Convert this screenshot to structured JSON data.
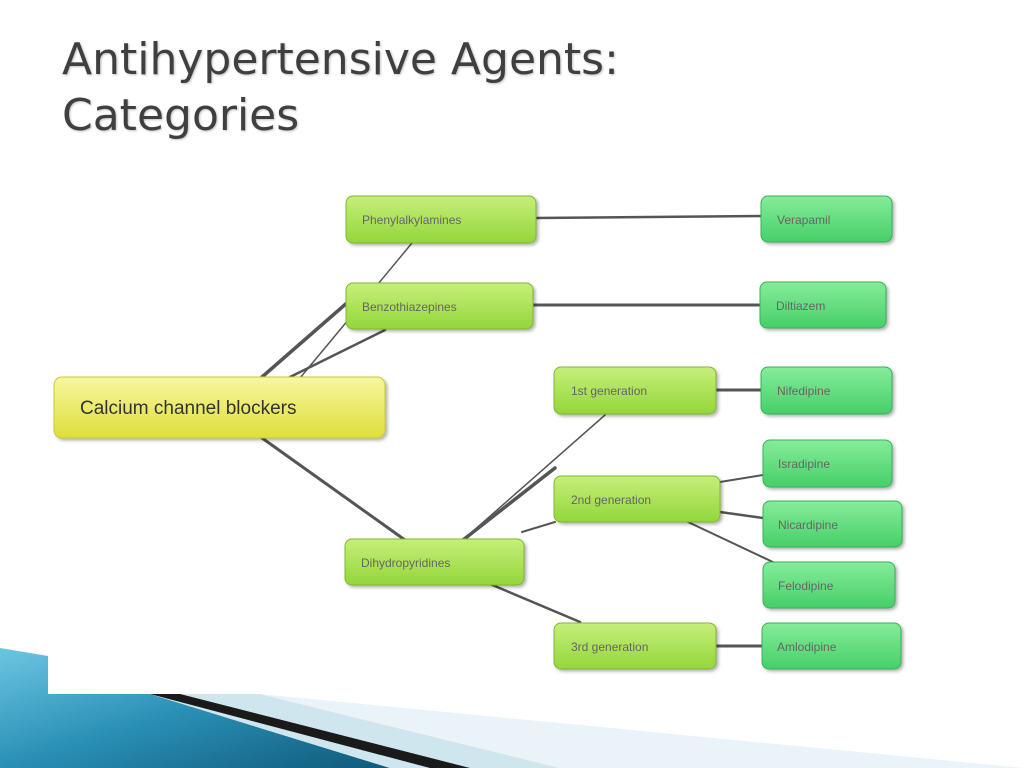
{
  "slide": {
    "title_line1": "Antihypertensive Agents:",
    "title_line2": "Categories"
  },
  "diagram": {
    "root": "Calcium channel blockers",
    "classes": {
      "phenylalkylamines": "Phenylalkylamines",
      "benzothiazepines": "Benzothiazepines",
      "dihydropyridines": "Dihydropyridines"
    },
    "generations": {
      "first": "1st generation",
      "second": "2nd generation",
      "third": "3rd generation"
    },
    "drugs": {
      "verapamil": "Verapamil",
      "diltiazem": "Diltiazem",
      "nifedipine": "Nifedipine",
      "isradipine": "Isradipine",
      "nicardipine": "Nicardipine",
      "felodipine": "Felodipine",
      "amlodipine": "Amlodipine"
    }
  },
  "colors": {
    "root_fill": "#ecec5a",
    "class_fill": "#a6e04a",
    "drug_fill": "#5fdc7a",
    "connector": "#555555",
    "accent_blue": "#2a8fb5"
  }
}
